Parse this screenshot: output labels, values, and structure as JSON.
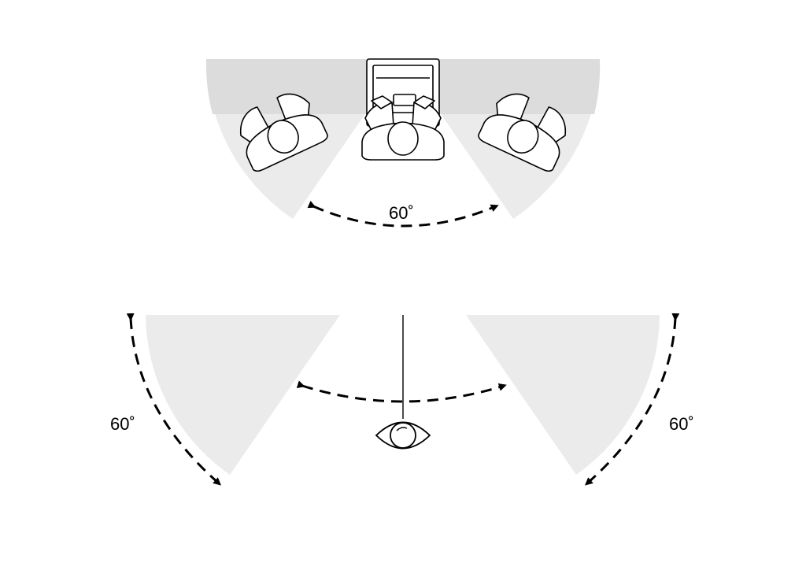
{
  "diagram": {
    "angle_labels": {
      "top": "60˚",
      "bottom_left": "60˚",
      "bottom_right": "60˚"
    },
    "colors": {
      "zone_fill": "#ebebeb",
      "zone_band": "#dcdcdc",
      "stroke": "#000000"
    },
    "icons": [
      "person-top-view-icon",
      "laptop-icon",
      "eye-icon",
      "dashed-arrow-icon"
    ]
  }
}
